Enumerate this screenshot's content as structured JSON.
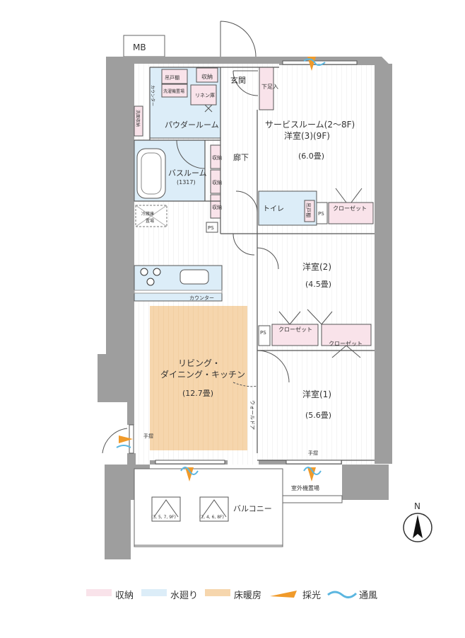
{
  "plan": {
    "mb_label": "MB",
    "rooms": {
      "service_room_line1": "サービスルーム(2～8F)",
      "service_room_line2": "洋室(3)(9F)",
      "service_room_size": "(6.0畳)",
      "room2": "洋室(2)",
      "room2_size": "(4.5畳)",
      "room1": "洋室(1)",
      "room1_size": "(5.6畳)",
      "ldk_line1": "リビング・",
      "ldk_line2": "ダイニング・キッチン",
      "ldk_size": "(12.7畳)",
      "powder_room": "パウダールーム",
      "bathroom": "バスルーム",
      "bathroom_size": "(1317)",
      "toilet": "トイレ",
      "entrance": "玄関",
      "corridor": "廊下",
      "balcony": "バルコニー"
    },
    "fixtures": {
      "storage": "収納",
      "shoe_box": "下足入",
      "hanging_shelf": "吊戸棚",
      "washer_area": "洗濯機置場",
      "linen": "リネン庫",
      "counter_vertical": "カウンター",
      "vanity_storage": "洗面収納",
      "fridge_line1": "冷蔵庫",
      "fridge_line2": "置場",
      "kitchen_counter": "カウンター",
      "closet": "クローゼット",
      "ps": "PS",
      "handrail": "手摺",
      "walk_door": "ウォールドア",
      "outdoor_unit": "室外機置場",
      "ac_1": "(3, 5, 7, 9F)",
      "ac_2": "(2, 4, 6, 8F)",
      "compass_n": "N"
    }
  },
  "legend": {
    "items": [
      {
        "label": "収納",
        "color": "#f9e3ea"
      },
      {
        "label": "水廻り",
        "color": "#dcedf8"
      },
      {
        "label": "床暖房",
        "color": "#f6d6ad"
      },
      {
        "label": "採光",
        "color": "#f09a2a"
      },
      {
        "label": "通風",
        "color": "#5bb6e0"
      }
    ]
  }
}
